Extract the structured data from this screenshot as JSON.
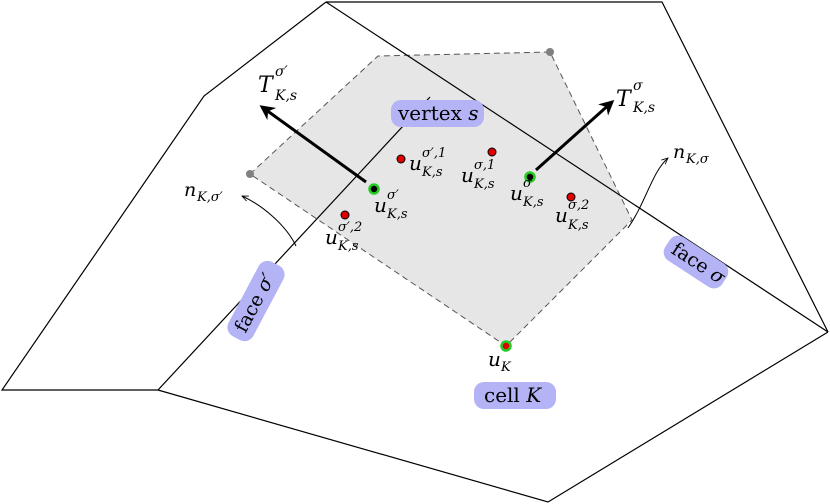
{
  "labels": {
    "vertex": {
      "text": "vertex ",
      "var": "s"
    },
    "face_sigma": {
      "text": "face ",
      "var": "σ"
    },
    "face_sigma_prime": {
      "text": "face ",
      "var": "σ′"
    },
    "cell": {
      "text": "cell ",
      "var": "K"
    }
  },
  "math": {
    "T_sigma": {
      "base": "T",
      "sup": "σ",
      "sub": "K,s"
    },
    "T_sigma_prime": {
      "base": "T",
      "sup": "σ′",
      "sub": "K,s"
    },
    "n_sigma": {
      "base": "n",
      "sub": "K,σ"
    },
    "n_sigma_prime": {
      "base": "n",
      "sub": "K,σ′"
    },
    "u_sigma": {
      "base": "u",
      "sup": "σ",
      "sub": "K,s"
    },
    "u_sigma_prime": {
      "base": "u",
      "sup": "σ′",
      "sub": "K,s"
    },
    "u_sigma_1": {
      "base": "u",
      "sup": "σ,1",
      "sub": "K,s"
    },
    "u_sigma_2": {
      "base": "u",
      "sup": "σ,2",
      "sub": "K,s"
    },
    "u_sigma_prime_1": {
      "base": "u",
      "sup": "σ′,1",
      "sub": "K,s"
    },
    "u_sigma_prime_2": {
      "base": "u",
      "sup": "σ′,2",
      "sub": "K,s"
    },
    "u_K": {
      "base": "u",
      "sub": "K"
    }
  },
  "colors": {
    "label_bg": "#b3b3f5",
    "dual_cell_fill": "#e6e6e6",
    "red_point": "#e00000",
    "green_ring": "#22cc22",
    "grey_point": "#808080"
  }
}
